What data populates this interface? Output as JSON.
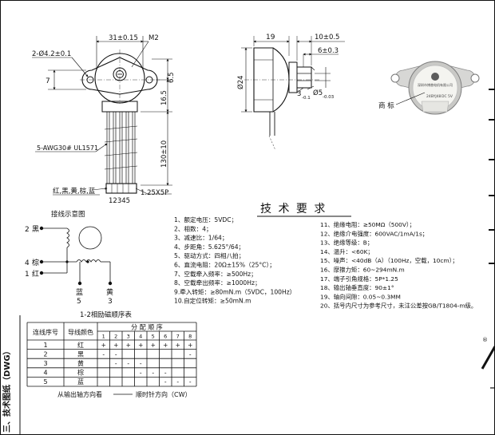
{
  "side_label": "三、技术图纸（DWG）",
  "front_view": {
    "dim_width": "31±0.15",
    "dim_thread": "M2",
    "dim_holes": "2-Ø4.2±0.1",
    "dim_7": "7",
    "dim_16_5": "16.5",
    "dim_6_5": "6.5",
    "dim_130": "130±10",
    "cable": "5-AWG30# UL1571",
    "colors": "红,黑,黄,棕,蓝",
    "connector": "1.25X5P",
    "pins": "12345"
  },
  "side_view": {
    "dim_19": "19",
    "dim_10": "10±0.5",
    "dim_6": "6±0.3",
    "dim_dia24": "Ø24",
    "dim_3": "3",
    "dim_3_tol": "-0.1",
    "dim_dia5": "Ø5",
    "dim_dia5_tol": "-0.03"
  },
  "photo": {
    "label": "商 标",
    "brand": "深圳市博普电机有限公司",
    "model": "24BYJ48",
    "tag": "DC 5V"
  },
  "wiring": {
    "title": "接线示意图",
    "w2": "2",
    "w2_color": "黑",
    "w4": "4",
    "w4_color": "棕",
    "w1": "1",
    "w1_color": "红",
    "w5_color": "蓝",
    "w5": "5",
    "w3_color": "黄",
    "w3": "3"
  },
  "requirements_title": "技 术 要 求",
  "specs_left": [
    "1、额定电压：5VDC；",
    "2、相数：4；",
    "3、减速比：1/64；",
    "4、步距角：5.625°/64；",
    "5、驱动方式：四相八拍；",
    "6、直流电阻：20Ω±15%（25°C）；",
    "7、空载牵入频率：≥500Hz；",
    "8、空载牵出频率：≥1000Hz；",
    "9.牵入转矩：≥80mN.m（5VDC，100Hz）",
    "10.自定位转矩：≥50mN.m"
  ],
  "specs_right": [
    "11、绝缘电阻：≥50MΩ（500V）；",
    "12、绝缘介电强度：600VAC/1mA/1s；",
    "13、绝缘等级：B；",
    "14、温升：<60K；",
    "15、噪声：<40dB（A）（100Hz，空载，10cm）；",
    "16、摩擦力矩：60~294mN.m",
    "17、端子引角规格：5P*1.25",
    "18、输出轴垂直度：90±1°",
    "19、轴向间隙：0.05~0.3MM",
    "20、括号内尺寸为参考尺寸，未注公差按GB/T1804-m级。"
  ],
  "table": {
    "caption": "1-2相励磁顺序表",
    "header_lead": "连线序号",
    "header_color": "导线颜色",
    "header_seq": "分 配 顺 序",
    "steps": [
      "1",
      "2",
      "3",
      "4",
      "5",
      "6",
      "7",
      "8"
    ],
    "rows": [
      {
        "no": "1",
        "color": "红",
        "cells": [
          "+",
          "+",
          "+",
          "+",
          "+",
          "+",
          "+",
          "+"
        ]
      },
      {
        "no": "2",
        "color": "黑",
        "cells": [
          "-",
          "-",
          "",
          "",
          "",
          "",
          "",
          "-"
        ]
      },
      {
        "no": "3",
        "color": "黄",
        "cells": [
          "",
          "-",
          "-",
          "-",
          "",
          "",
          "",
          ""
        ]
      },
      {
        "no": "4",
        "color": "棕",
        "cells": [
          "",
          "",
          "",
          "-",
          "-",
          "-",
          "",
          ""
        ]
      },
      {
        "no": "5",
        "color": "蓝",
        "cells": [
          "",
          "",
          "",
          "",
          "",
          "-",
          "-",
          "-"
        ]
      }
    ],
    "footer_left": "从输出轴方向看",
    "footer_right": "顺时针方向（CW）"
  },
  "edge_fragments": [
    "®"
  ]
}
